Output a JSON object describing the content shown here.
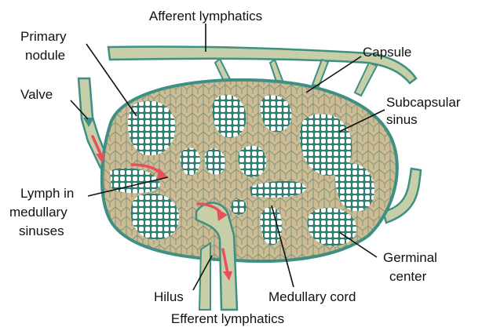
{
  "labels": {
    "afferent": "Afferent lymphatics",
    "primary_line1": "Primary",
    "primary_line2": "nodule",
    "capsule": "Capsule",
    "valve": "Valve",
    "subcapsular_line1": "Subcapsular",
    "subcapsular_line2": "sinus",
    "lymph_line1": "Lymph in",
    "lymph_line2": "medullary",
    "lymph_line3": "sinuses",
    "germinal_line1": "Germinal",
    "germinal_line2": "center",
    "hilus": "Hilus",
    "medullary_cord": "Medullary cord",
    "efferent": "Efferent lymphatics"
  },
  "colors": {
    "tissue": "#c9b78f",
    "outline": "#3f8f82",
    "sinus_line": "#8a9a7a",
    "vessel": "#c7cfa8",
    "flow_arrow": "#e8515c"
  }
}
